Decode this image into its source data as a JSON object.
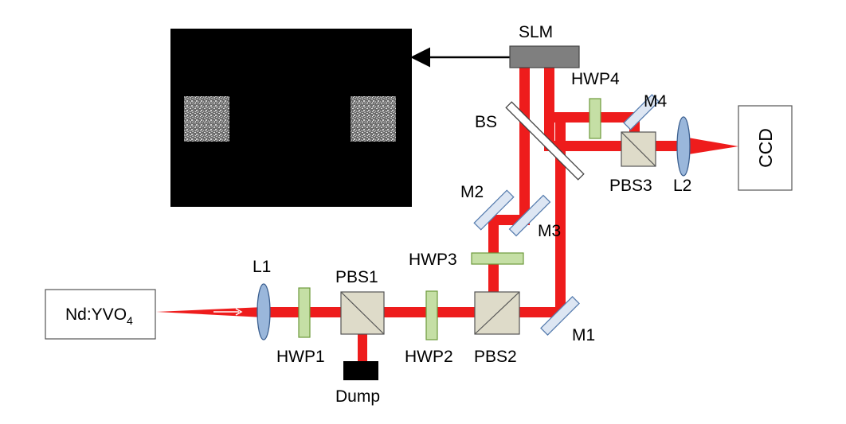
{
  "labels": {
    "slm": "SLM",
    "hwp4": "HWP4",
    "m4": "M4",
    "bs": "BS",
    "ccd": "CCD",
    "pbs3": "PBS3",
    "l2": "L2",
    "m2": "M2",
    "m3": "M3",
    "hwp3": "HWP3",
    "l1": "L1",
    "pbs1": "PBS1",
    "laser_main": "Nd:YVO",
    "laser_sub": "4",
    "hwp1": "HWP1",
    "hwp2": "HWP2",
    "pbs2": "PBS2",
    "m1": "M1",
    "dump": "Dump"
  },
  "colors": {
    "beam": "#ee1c1c",
    "waveplate": "#c5dfa5",
    "waveplate_border": "#6d9a3c",
    "mirror": "#dde6f3",
    "mirror_border": "#5a7fb0",
    "lens": "#9ab7db",
    "lens_border": "#3b5f8f",
    "cube": "#dedbc9",
    "cube_border": "#555555",
    "slm": "#7f7f7f",
    "screen": "#000000",
    "dump": "#000000"
  }
}
